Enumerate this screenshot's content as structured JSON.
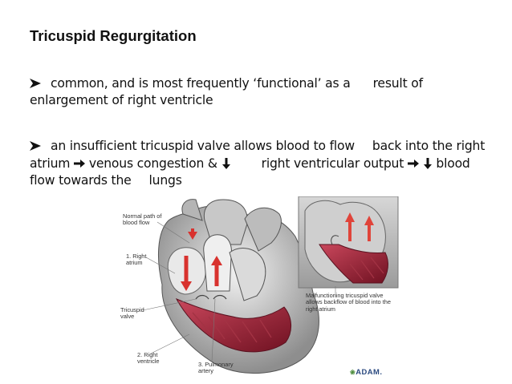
{
  "slide": {
    "title": "Tricuspid Regurgitation",
    "bullets": [
      {
        "segments": [
          "common, and is most frequently ‘functional’ as a",
          "result of enlargement of right ventricle"
        ]
      },
      {
        "segments": [
          "an insufficient tricuspid valve allows blood to flow",
          "back into the right atrium",
          "venous congestion &",
          "right ventricular output",
          "blood flow towards the",
          "lungs"
        ]
      }
    ],
    "bullet_icon": "arrow-head-bullet-icon",
    "arrow_right_glyph": "➔",
    "arrow_down_glyph": "🡫"
  },
  "figure": {
    "labels": {
      "normal_path": "Normal path of blood flow",
      "right_atrium": "1. Right atrium",
      "tricuspid_valve": "Tricuspid valve",
      "right_ventricle": "2. Right ventricle",
      "pulmonary_artery": "3. Pulmonary artery",
      "malfunctioning": "Malfunctioning tricuspid valve allows backflow of blood into the right atrium"
    },
    "logo": "ADAM."
  }
}
